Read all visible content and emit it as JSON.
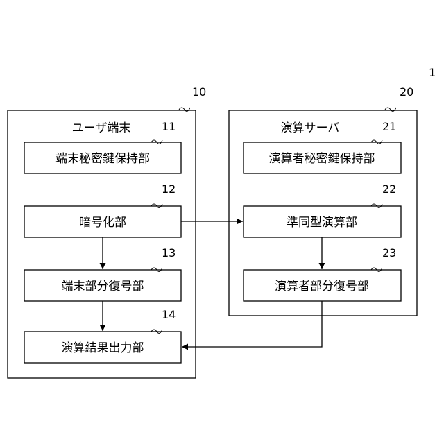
{
  "system_ref": "1",
  "user_terminal": {
    "ref": "10",
    "title": "ユーザ端末",
    "blocks": [
      {
        "ref": "11",
        "label": "端末秘密鍵保持部"
      },
      {
        "ref": "12",
        "label": "暗号化部"
      },
      {
        "ref": "13",
        "label": "端末部分復号部"
      },
      {
        "ref": "14",
        "label": "演算結果出力部"
      }
    ]
  },
  "compute_server": {
    "ref": "20",
    "title": "演算サーバ",
    "blocks": [
      {
        "ref": "21",
        "label": "演算者秘密鍵保持部"
      },
      {
        "ref": "22",
        "label": "準同型演算部"
      },
      {
        "ref": "23",
        "label": "演算者部分復号部"
      }
    ]
  }
}
